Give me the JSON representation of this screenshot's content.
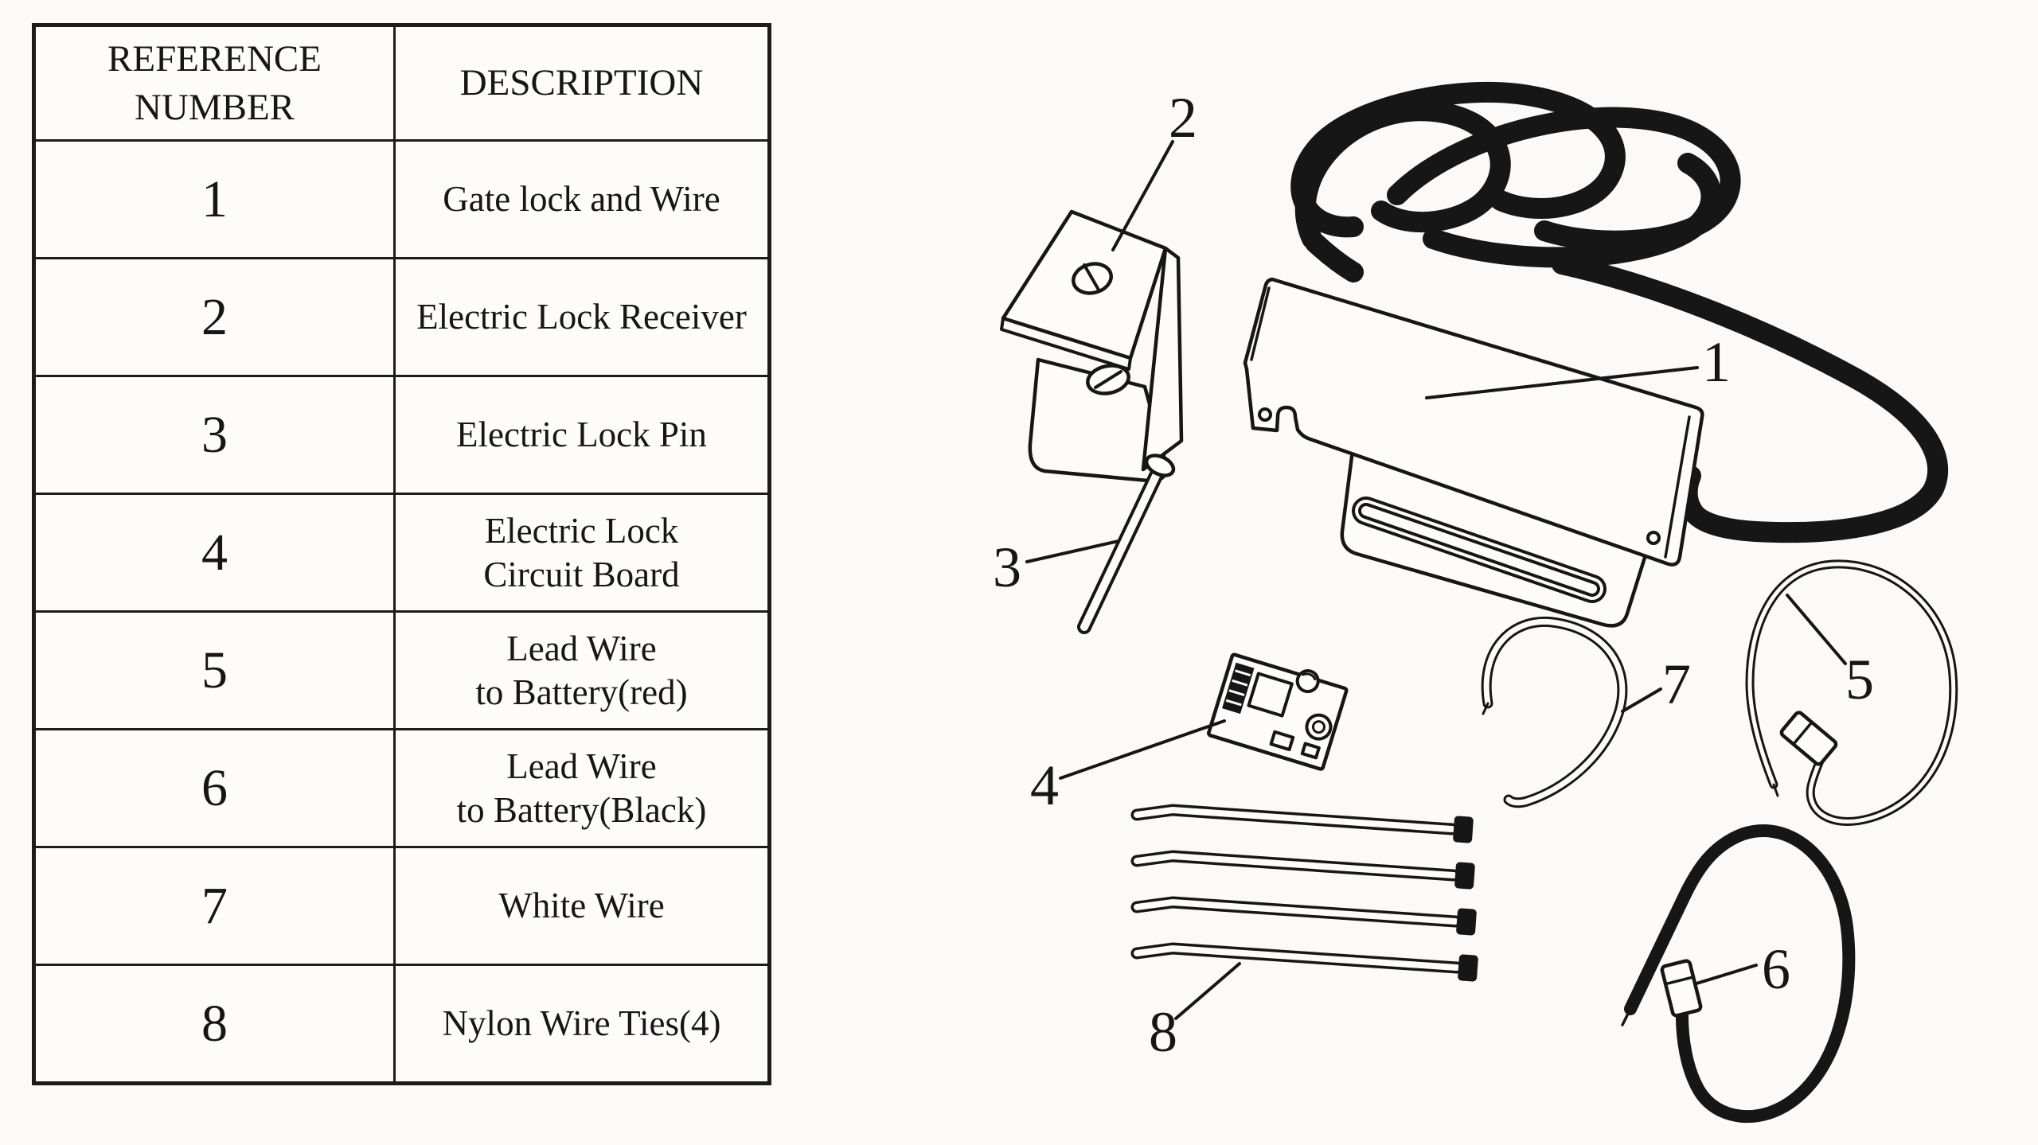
{
  "table": {
    "headers": [
      "REFERENCE\nNUMBER",
      "DESCRIPTION"
    ],
    "rows": [
      {
        "ref": "1",
        "desc": "Gate lock and Wire"
      },
      {
        "ref": "2",
        "desc": "Electric Lock Receiver"
      },
      {
        "ref": "3",
        "desc": "Electric Lock Pin"
      },
      {
        "ref": "4",
        "desc": "Electric Lock\nCircuit Board"
      },
      {
        "ref": "5",
        "desc": "Lead Wire\nto Battery(red)"
      },
      {
        "ref": "6",
        "desc": "Lead Wire\nto Battery(Black)"
      },
      {
        "ref": "7",
        "desc": "White Wire"
      },
      {
        "ref": "8",
        "desc": "Nylon Wire Ties(4)"
      }
    ]
  },
  "diagram": {
    "ink_color": "#161616",
    "paper_color": "#fbfaf8",
    "callouts": [
      {
        "n": "1"
      },
      {
        "n": "2"
      },
      {
        "n": "3"
      },
      {
        "n": "4"
      },
      {
        "n": "5"
      },
      {
        "n": "6"
      },
      {
        "n": "7"
      },
      {
        "n": "8"
      }
    ]
  }
}
